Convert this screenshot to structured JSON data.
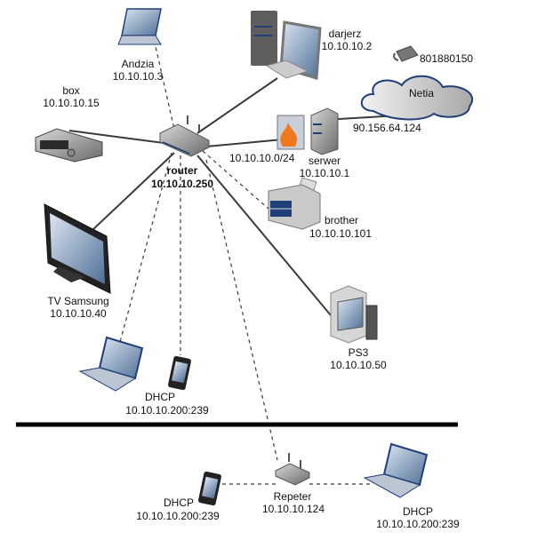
{
  "nodes": {
    "andzia": {
      "name": "Andzia",
      "ip": "10.10.10.3",
      "icon": "laptop-icon"
    },
    "darjerz": {
      "name": "darjerz",
      "ip": "10.10.10.2",
      "icon": "desktop-pc-icon"
    },
    "phone_line": {
      "number": "801880150",
      "icon": "telephone-icon"
    },
    "netia": {
      "name": "Netia",
      "icon": "cloud-icon"
    },
    "box": {
      "name": "box",
      "ip": "10.10.10.15",
      "icon": "set-top-box-icon"
    },
    "router": {
      "name": "router",
      "ip": "10.10.10.250",
      "icon": "router-icon"
    },
    "firewall": {
      "subnet": "10.10.10.0/24",
      "icon": "firewall-icon"
    },
    "serwer": {
      "name": "serwer",
      "ip": "10.10.10.1",
      "wan_ip": "90.156.64.124",
      "icon": "server-icon"
    },
    "brother": {
      "name": "brother",
      "ip": "10.10.10.101",
      "icon": "printer-icon"
    },
    "tv": {
      "name": "TV Samsung",
      "ip": "10.10.10.40",
      "icon": "tv-icon"
    },
    "ps3": {
      "name": "PS3",
      "ip": "10.10.10.50",
      "icon": "game-console-icon"
    },
    "dhcp_upper": {
      "name": "DHCP",
      "ip": "10.10.10.200:239"
    },
    "repeter": {
      "name": "Repeter",
      "ip": "10.10.10.124",
      "icon": "router-icon"
    },
    "dhcp_lower_left": {
      "name": "DHCP",
      "ip": "10.10.10.200:239",
      "icon": "smartphone-icon"
    },
    "dhcp_lower_right": {
      "name": "DHCP",
      "ip": "10.10.10.200:239",
      "icon": "laptop-icon"
    }
  },
  "colors": {
    "accent": "#1f3f78",
    "line": "#3a3a3a"
  }
}
